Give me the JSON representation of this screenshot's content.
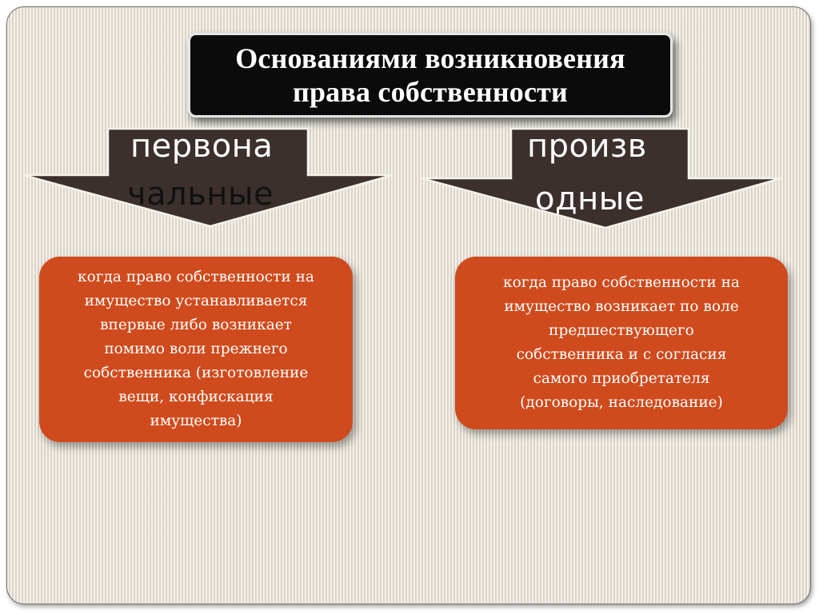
{
  "title": {
    "line1": "Основаниями возникновения",
    "line2": "права собственности"
  },
  "left": {
    "arrow_top": "первона",
    "arrow_bottom": "чальные",
    "box_lines": [
      "когда право собственности на",
      "имущество устанавливается",
      "впервые либо возникает",
      "помимо воли прежнего",
      "собственника (изготовление",
      "вещи, конфискация",
      "имущества)"
    ]
  },
  "right": {
    "arrow_top": "произв",
    "arrow_bottom": "одные",
    "box_lines": [
      "когда право собственности на",
      "имущество возникает по воле",
      "предшествующего",
      "собственника и с согласия",
      "самого приобретателя",
      "(договоры, наследование)"
    ]
  },
  "colors": {
    "arrow_fill": "#3b302c",
    "box_fill": "#cf4a1c",
    "title_fill": "#0b0b0b",
    "background": "#e9e3d8"
  }
}
